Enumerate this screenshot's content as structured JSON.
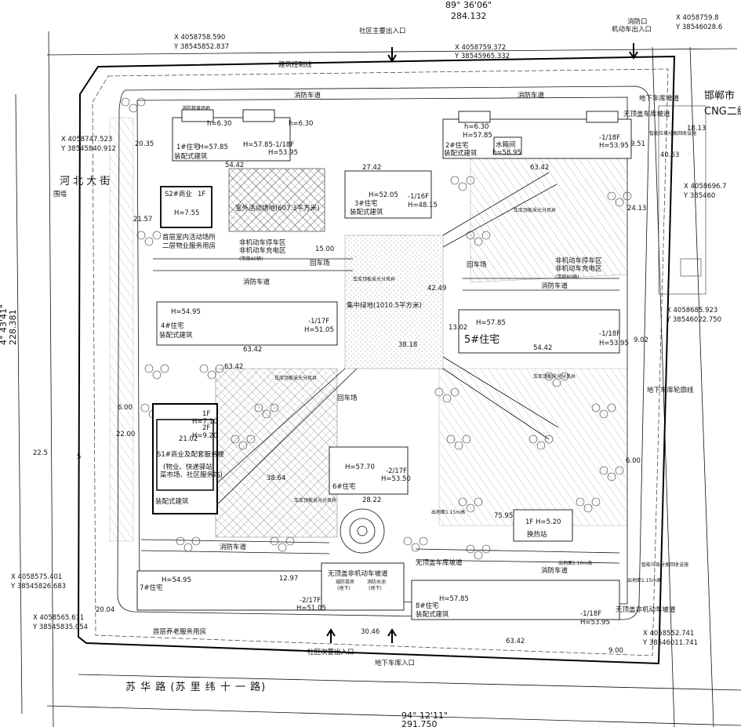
{
  "site": {
    "bearing_top": "89° 36'06\"",
    "length_top": "284.132",
    "bearing_left": "4° 43'41\"",
    "length_left": "228.381",
    "bearing_bottom": "94° 12'11\"",
    "length_bottom": "291.750"
  },
  "coords": [
    {
      "x": "X 4058758.590",
      "y": "Y 38545852.837"
    },
    {
      "x": "X 4058759.372",
      "y": "Y 38545965.332"
    },
    {
      "x": "X 4058759.8",
      "y": "Y 38546028.6"
    },
    {
      "x": "X 4058747.523",
      "y": "Y 38545840.912"
    },
    {
      "x": "X 4058696.7",
      "y": "Y 385460"
    },
    {
      "x": "X 4058685.923",
      "y": "Y 38546022.750"
    },
    {
      "x": "X 4058575.401",
      "y": "Y 38545826.683"
    },
    {
      "x": "X 4058565.611",
      "y": "Y 38545835.054"
    },
    {
      "x": "X 4058552.741",
      "y": "Y 38546011.741"
    }
  ],
  "entrances": {
    "main": "社区主要出入口",
    "fire": "消防口",
    "fire_sub": "机动车出入口",
    "secondary": "社区次要出入口",
    "garage": "地下车库入口"
  },
  "roads": {
    "south": "苏 华 路 (苏 里 纬 十 一 路)",
    "west": "河 北 大 街",
    "west_width": "22.5",
    "west_num": "5"
  },
  "labels": {
    "build_line": "建筑控制线",
    "fire_lane": "消防车道",
    "fire_site": "消防救援场地",
    "garage_ramp": "地下车库坡道",
    "nonmotor_ramp": "无顶盖车库坡道",
    "nonmotor_ramp2": "无顶盖非机动车坡道",
    "nonmotor_ramp3": "无顶盖非机动车坡道",
    "garage_outline": "地下车库轮廓线",
    "wall": "围墙",
    "turnaround": "回车场",
    "turnaround2": "回车场",
    "turnaround3": "回车场",
    "activity": "室外活动场地(607.3平方米)",
    "green": "集中绿地(1010.5平方米)",
    "bike1": "非机动车停车区",
    "bike1b": "非机动车充电区",
    "bike1c": "(带敞40辆)",
    "bike2": "非机动车停车区",
    "bike2b": "非机动车充电区",
    "bike2c": "(带敞60辆)",
    "exchange": "换热站",
    "exchange_h": "1F H=5.20",
    "city": "邯郸市",
    "cng": "CNG二级",
    "waste": "智能垃圾分类回收设施",
    "waste2": "智能垃圾分类回收设施",
    "elder": "首层养老服务用房",
    "property": "首层室内活动场所",
    "property2": "二层物业服务用房",
    "refuge": "城防泵房",
    "refuge2": "(地下)",
    "fire_pool": "消防水池",
    "fire_pool2": "(地下)",
    "outline1": "出地面1.10m高",
    "outline2": "出地面1.15m高",
    "outline3": "出地面1.15m高",
    "fans": "车库顶板采光分风井",
    "fans2": "车库顶板采光分风井",
    "fans3": "车库顶板采光分风井",
    "fans4": "车库顶板采光分风井",
    "fans5": "车库顶板采光分风井"
  },
  "buildings": {
    "b1": {
      "name": "1#住宅",
      "sub": "装配式建筑",
      "h": "H=57.85",
      "f": "-1/18F",
      "h2": "H=53.95",
      "dim": "54.42",
      "top": "h=6.30",
      "top2": "h=6.30"
    },
    "b2": {
      "name": "2#住宅",
      "sub": "装配式建筑",
      "h": "H=57.85",
      "f": "-1/18F",
      "h2": "H=53.95",
      "dim": "63.42",
      "top": "h=6.30"
    },
    "b3": {
      "name": "3#住宅",
      "sub": "装配式建筑",
      "h": "H=52.05",
      "f": "-1/16F",
      "h2": "H=48.15"
    },
    "b4": {
      "name": "4#住宅",
      "sub": "装配式建筑",
      "h": "H=54.95",
      "f": "-1/17F",
      "h2": "H=51.05",
      "dim": "63.42"
    },
    "b5": {
      "name": "5#住宅",
      "h": "H=57.85",
      "f": "-1/18F",
      "h2": "H=53.95",
      "dim": "54.42"
    },
    "b6": {
      "name": "6#住宅",
      "h": "H=57.70",
      "f": "-2/17F",
      "h2": "H=53.50"
    },
    "b7": {
      "name": "7#住宅",
      "h": "H=54.95",
      "f": "-2/17F",
      "h2": "H=51.05"
    },
    "b8": {
      "name": "8#住宅",
      "sub": "装配式建筑",
      "h": "H=57.85",
      "f": "-1/18F",
      "h2": "H=53.95",
      "dim": "63.42"
    },
    "s1": {
      "name": "S1#商业及配套服务楼",
      "sub1": "(物业、快递驿站",
      "sub2": "菜市场、社区服务站)",
      "sub3": "装配式建筑",
      "h1": "1F",
      "h1v": "H=7.10",
      "h2": "2F",
      "h2v": "H=9.20",
      "dim": "21.02"
    },
    "s2": {
      "name": "S2#商业",
      "f": "1F",
      "h": "H=7.55"
    },
    "water": {
      "name": "水箱间",
      "h": "h=58.95"
    }
  },
  "dims": [
    "15.00",
    "22.00",
    "6.00",
    "9.00",
    "42.49",
    "38.18",
    "75.95",
    "38.64",
    "27.42",
    "24.13",
    "12.97",
    "20.04",
    "30.46",
    "63.42",
    "40.63",
    "18.13",
    "6.00",
    "20.35",
    "21.57",
    "13.02",
    "28.22",
    "9.02",
    "9.51"
  ]
}
